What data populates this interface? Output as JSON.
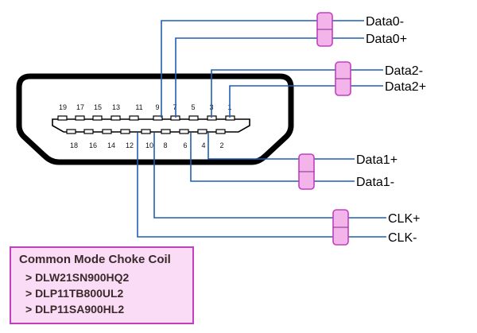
{
  "connector": {
    "top_pins": [
      "19",
      "17",
      "15",
      "13",
      "11",
      "9",
      "7",
      "5",
      "3",
      "1"
    ],
    "bottom_pins": [
      "18",
      "16",
      "14",
      "12",
      "10",
      "8",
      "6",
      "4",
      "2"
    ]
  },
  "signals": {
    "data0_minus": "Data0-",
    "data0_plus": "Data0+",
    "data2_minus": "Data2-",
    "data2_plus": "Data2+",
    "data1_plus": "Data1+",
    "data1_minus": "Data1-",
    "clk_plus": "CLK+",
    "clk_minus": "CLK-"
  },
  "legend": {
    "title": "Common Mode Choke Coil",
    "items": [
      "> DLW21SN900HQ2",
      "> DLP11TB800UL2",
      "> DLP11SA900HL2"
    ]
  },
  "colors": {
    "wire": "#1f5fb4",
    "choke_fill": "#f3b4ea",
    "choke_border": "#c040c0",
    "legend_fill": "#fbdcf7"
  }
}
